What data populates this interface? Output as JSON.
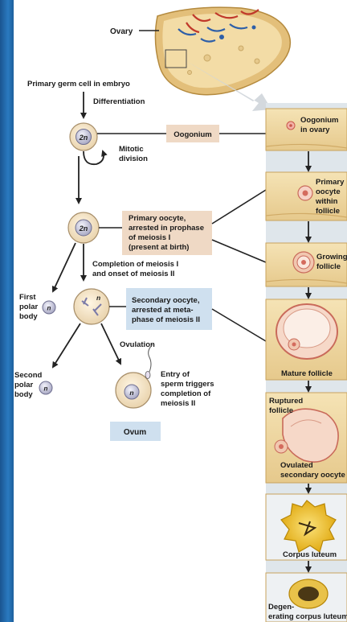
{
  "labels": {
    "ovary": "Ovary",
    "primary_germ_cell": "Primary germ cell in embryo",
    "differentiation": "Differentiation",
    "cell_2n_a": "2n",
    "cell_2n_b": "2n",
    "oogonium": "Oogonium",
    "mitotic_division": [
      "Mitotic",
      "division"
    ],
    "primary_oocyte": [
      "Primary oocyte,",
      "arrested in prophase",
      "of meiosis I",
      "(present at birth)"
    ],
    "completion_meiosis": [
      "Completion of meiosis I",
      "and onset of meiosis II"
    ],
    "first_polar_body": [
      "First",
      "polar",
      "body"
    ],
    "polar_n_1": "n",
    "oocyte_n": "n",
    "secondary_oocyte": [
      "Secondary oocyte,",
      "arrested at meta-",
      "phase of meiosis II"
    ],
    "ovulation": "Ovulation",
    "second_polar_body": [
      "Second",
      "polar",
      "body"
    ],
    "polar_n_2": "n",
    "ovum_n": "n",
    "sperm_entry": [
      "Entry of",
      "sperm triggers",
      "completion of",
      "meiosis II"
    ],
    "ovum": "Ovum"
  },
  "stages": {
    "oogonium_in_ovary": [
      "Oogonium",
      "in ovary"
    ],
    "primary_oocyte_follicle": [
      "Primary",
      "oocyte",
      "within",
      "follicle"
    ],
    "growing_follicle": [
      "Growing",
      "follicle"
    ],
    "mature_follicle": "Mature follicle",
    "ruptured_follicle": [
      "Ruptured",
      "follicle"
    ],
    "ovulated_oocyte": [
      "Ovulated",
      "secondary oocyte"
    ],
    "corpus_luteum": "Corpus luteum",
    "degenerating_corpus_luteum": [
      "Degen-",
      "erating corpus luteum"
    ]
  },
  "colors": {
    "border_blue": "#1d5f9c",
    "label_box_tan": "#efd9c5",
    "label_box_blue": "#cfe0ef",
    "tissue": "#f1d9a2",
    "tissue_dark": "#d9b46f",
    "panel_bg": "#c9d6df",
    "corpus_yellow": "#f0c419"
  }
}
